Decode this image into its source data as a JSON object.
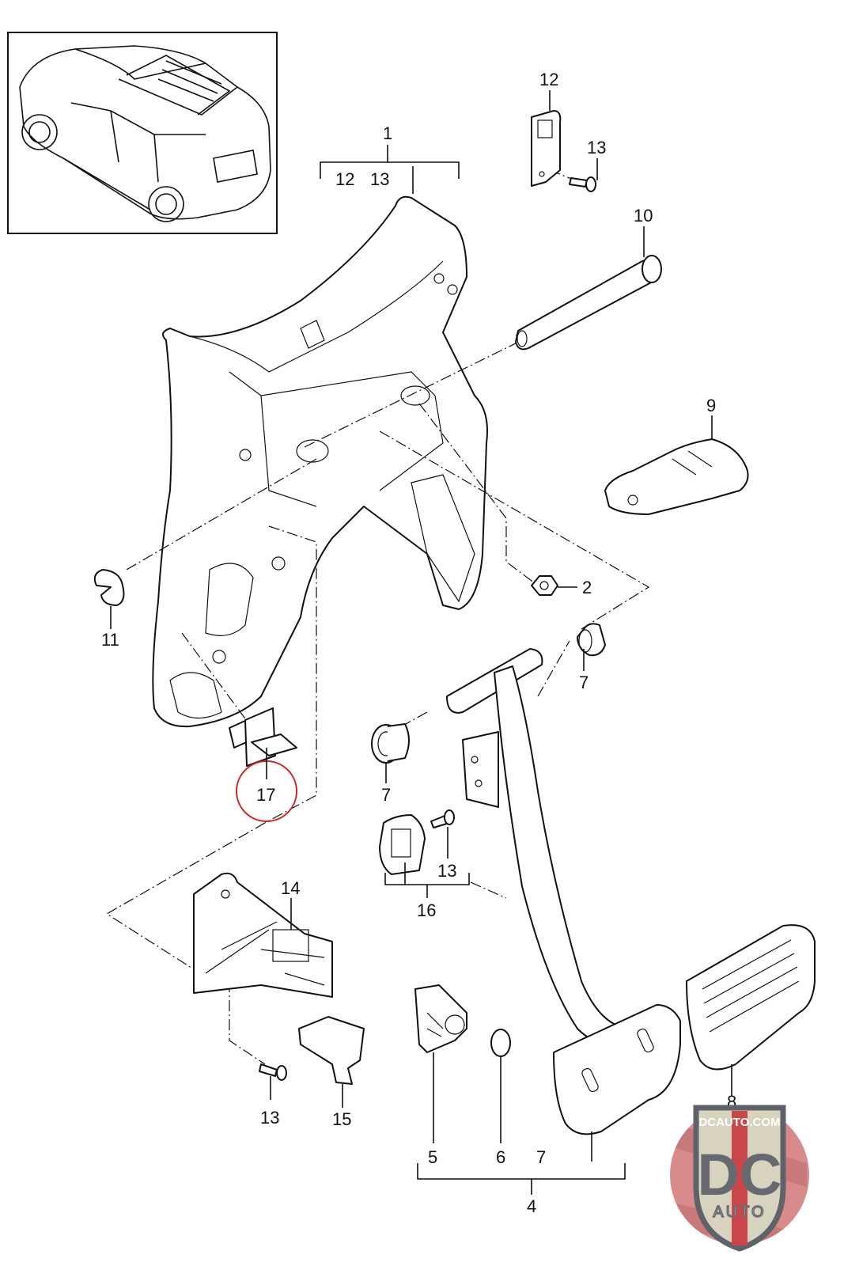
{
  "diagram": {
    "title": "Pedal assembly exploded parts diagram",
    "inset": {
      "subject": "Vehicle overview (SUV, rear three-quarter top view)"
    },
    "callouts": [
      {
        "id": "c1",
        "label": "1"
      },
      {
        "id": "c1-sub-12",
        "label": "12"
      },
      {
        "id": "c1-sub-13",
        "label": "13"
      },
      {
        "id": "c2",
        "label": "2"
      },
      {
        "id": "c4",
        "label": "4"
      },
      {
        "id": "c4-sub-5",
        "label": "5"
      },
      {
        "id": "c4-sub-6",
        "label": "6"
      },
      {
        "id": "c4-sub-7",
        "label": "7"
      },
      {
        "id": "c5",
        "label": "5"
      },
      {
        "id": "c6",
        "label": "6"
      },
      {
        "id": "c7a",
        "label": "7"
      },
      {
        "id": "c7b",
        "label": "7"
      },
      {
        "id": "c8",
        "label": "8"
      },
      {
        "id": "c9",
        "label": "9"
      },
      {
        "id": "c10",
        "label": "10"
      },
      {
        "id": "c11",
        "label": "11"
      },
      {
        "id": "c12",
        "label": "12"
      },
      {
        "id": "c13a",
        "label": "13"
      },
      {
        "id": "c13b",
        "label": "13"
      },
      {
        "id": "c13c",
        "label": "13"
      },
      {
        "id": "c14",
        "label": "14"
      },
      {
        "id": "c15",
        "label": "15"
      },
      {
        "id": "c16",
        "label": "16"
      },
      {
        "id": "c16-sub-13",
        "label": "13"
      },
      {
        "id": "c17",
        "label": "17"
      }
    ],
    "highlight": {
      "callout": "17",
      "color": "#cc2a2a"
    },
    "logo": {
      "site": "DCAUTO.COM",
      "letters": "DC",
      "sub": "AUTO",
      "colors": {
        "badge_bg": "#d98b8b",
        "shield": "#d8d3bf",
        "letters": "#666a70",
        "stripe": "#c9474b",
        "border": "#5f6369"
      }
    }
  }
}
